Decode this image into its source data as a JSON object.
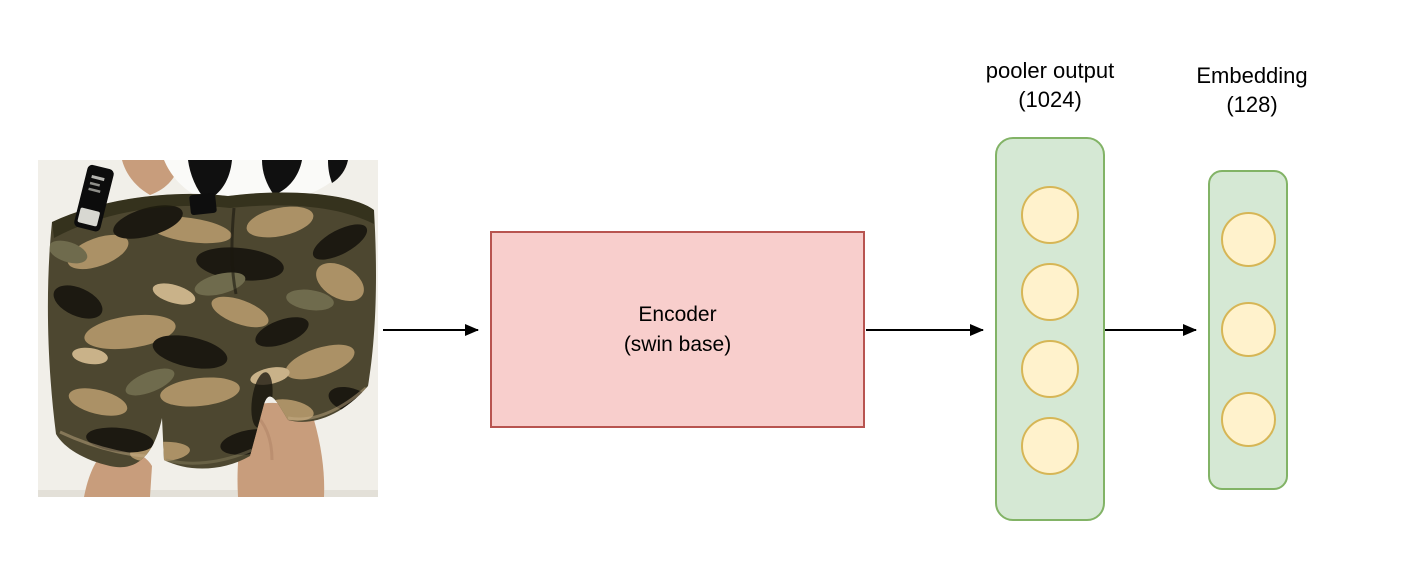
{
  "colors": {
    "canvas_bg": "#ffffff",
    "label": "#000000",
    "arrow": "#000000",
    "encoder_fill": "#f8cecc",
    "encoder_stroke": "#b85450",
    "group_fill": "#d5e8d4",
    "group_stroke": "#82b366",
    "node_fill": "#fff2cc",
    "node_stroke": "#d6b656"
  },
  "input_image": {
    "alt": "photo of camouflage cargo shorts worn with striped top"
  },
  "encoder": {
    "title": "Encoder",
    "subtitle": "(swin base)"
  },
  "pooler": {
    "label_line1": "pooler output",
    "label_line2": "(1024)",
    "node_count": 4
  },
  "embedding": {
    "label_line1": "Embedding",
    "label_line2": "(128)",
    "node_count": 3
  }
}
